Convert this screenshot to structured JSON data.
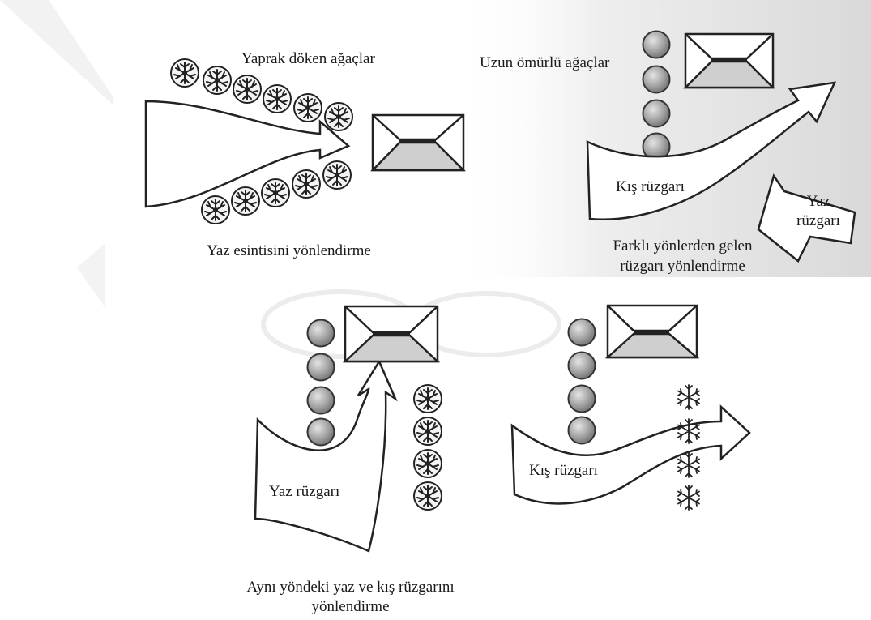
{
  "panels": {
    "top_left": {
      "tree_label": "Yaprak döken ağaçlar",
      "caption": "Yaz esintisini yönlendirme"
    },
    "top_right": {
      "tree_label": "Uzun ömürlü ağaçlar",
      "wind_label_1": "Kış rüzgarı",
      "wind_label_2_line1": "Yaz",
      "wind_label_2_line2": "rüzgarı",
      "caption_line1": "Farklı yönlerden gelen",
      "caption_line2": "rüzgarı yönlendirme"
    },
    "bottom_left": {
      "wind_label": "Yaz rüzgarı"
    },
    "bottom_right": {
      "wind_label": "Kış rüzgarı"
    },
    "bottom_caption_line1": "Aynı yöndeki yaz ve kış rüzgarını",
    "bottom_caption_line2": "yönlendirme"
  },
  "icons": {
    "deciduous_tree": "deciduous-tree-icon",
    "evergreen_tree": "evergreen-tree-icon",
    "house": "house-roof-icon",
    "snowflake": "snowflake-icon",
    "wind_arrow": "wind-arrow-icon"
  },
  "colors": {
    "evergreen_fill": "#9c9c9c",
    "house_fill": "#cfcfcf",
    "background_band": "#e9e9e9"
  }
}
